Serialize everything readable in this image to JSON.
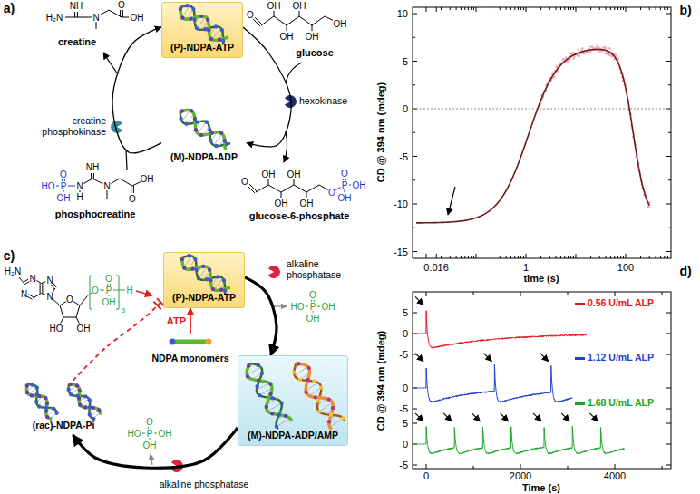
{
  "diagram": {
    "nodes": [
      {
        "text": [
          "(P)-NDPA-ATP"
        ]
      },
      {
        "text": [
          "(M)-NDPA-ADP"
        ]
      },
      {
        "text": [
          "(P)-NDPA-ATP"
        ]
      },
      {
        "text": [
          "NDPA monomers"
        ]
      },
      {
        "text": [
          "(M)-NDPA-ADP/AMP"
        ]
      },
      {
        "text": [
          "(rac)-NDPA-Pi"
        ]
      }
    ],
    "edges": [
      {
        "from": 0,
        "to": 1,
        "arrow": "to"
      },
      {
        "from": 1,
        "to": 0,
        "arrow": "to"
      },
      {
        "from": 2,
        "to": 4,
        "arrow": "to"
      },
      {
        "from": 4,
        "to": 5,
        "arrow": "to"
      },
      {
        "from": 5,
        "to": 2,
        "arrow": "none"
      },
      {
        "from": 3,
        "to": 2,
        "arrow": "to",
        "label": "ATP"
      }
    ],
    "labels": [
      "a)",
      "b)",
      "c)",
      "d)",
      "H₂N",
      "NH",
      "N",
      "O",
      "OH",
      "creatine",
      "O",
      "OH",
      "OH",
      "OH",
      "OH",
      "OH",
      "glucose",
      "hexokinase",
      "O",
      "OH",
      "OH",
      "OH",
      "OH",
      "O",
      "P",
      "O",
      "OH",
      "OH",
      "glucose-6-phosphate",
      "O",
      "HO",
      "P",
      "OH",
      "N",
      "H",
      "NH",
      "N",
      "O",
      "OH",
      "phosphocreatine",
      "creatine phosphokinase",
      "H₂N",
      "N",
      "N",
      "N",
      "N",
      "O",
      "HO",
      "OH",
      "O",
      "P",
      "O",
      "OH",
      "3",
      "H",
      "alkaline phosphatase",
      "O",
      "HO",
      "P",
      "OH",
      "OH",
      "O",
      "HO",
      "P",
      "OH",
      "OH",
      "alkaline phosphatase",
      "10",
      "5",
      "0",
      "-5",
      "-10",
      "-15",
      "0.016",
      "1",
      "100",
      "time (s)",
      "CD @ 394 nm (mdeg)",
      "5",
      "0",
      "-5",
      "0",
      "-5",
      "5",
      "0",
      "-5",
      "0",
      "2000",
      "4000",
      "Time (s)",
      "CD @ 394 nm (mdeg)"
    ],
    "legend": [
      {
        "text": "0.56 U/mL ALP",
        "color": "#e8141a"
      },
      {
        "text": "1.12 U/mL ALP",
        "color": "#1f3fd0"
      },
      {
        "text": "1.68 U/mL ALP",
        "color": "#1aa326"
      }
    ]
  }
}
